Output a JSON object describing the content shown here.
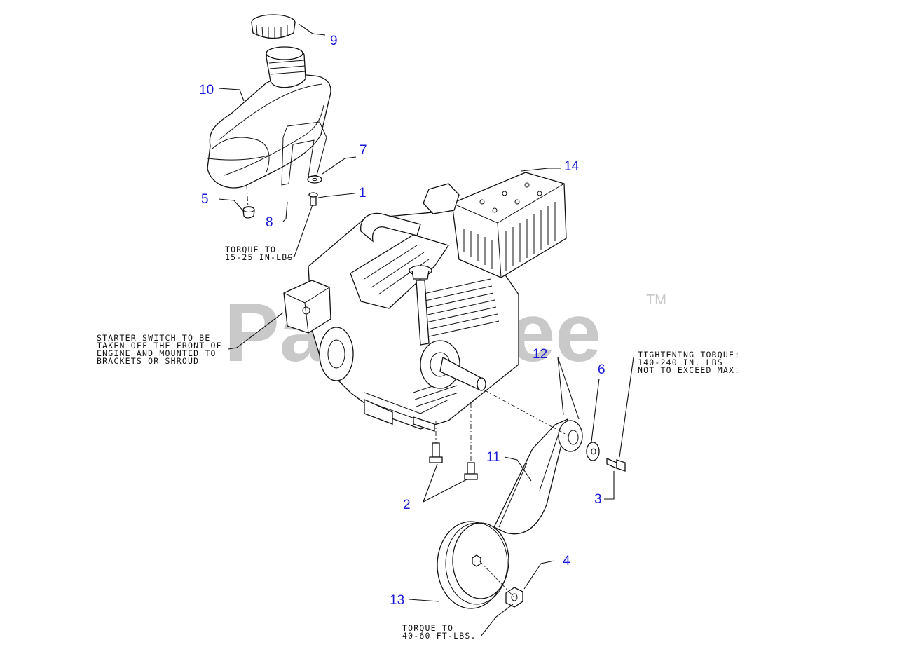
{
  "watermark": {
    "text": "PartsTree",
    "trademark": "TM"
  },
  "callouts": [
    "1",
    "2",
    "3",
    "4",
    "5",
    "6",
    "7",
    "8",
    "9",
    "10",
    "11",
    "12",
    "13",
    "14"
  ],
  "notes": {
    "torque_small": [
      "TORQUE TO",
      "15-25 IN-LBS"
    ],
    "starter_switch": [
      "STARTER SWITCH TO BE",
      "TAKEN OFF THE FRONT OF",
      "ENGINE AND MOUNTED TO",
      "BRACKETS OR SHROUD"
    ],
    "tightening": [
      "TIGHTENING TORQUE:",
      "140-240 IN. LBS",
      "NOT TO EXCEED MAX."
    ],
    "torque_pulley": [
      "TORQUE TO",
      "40-60 FT-LBS."
    ]
  }
}
